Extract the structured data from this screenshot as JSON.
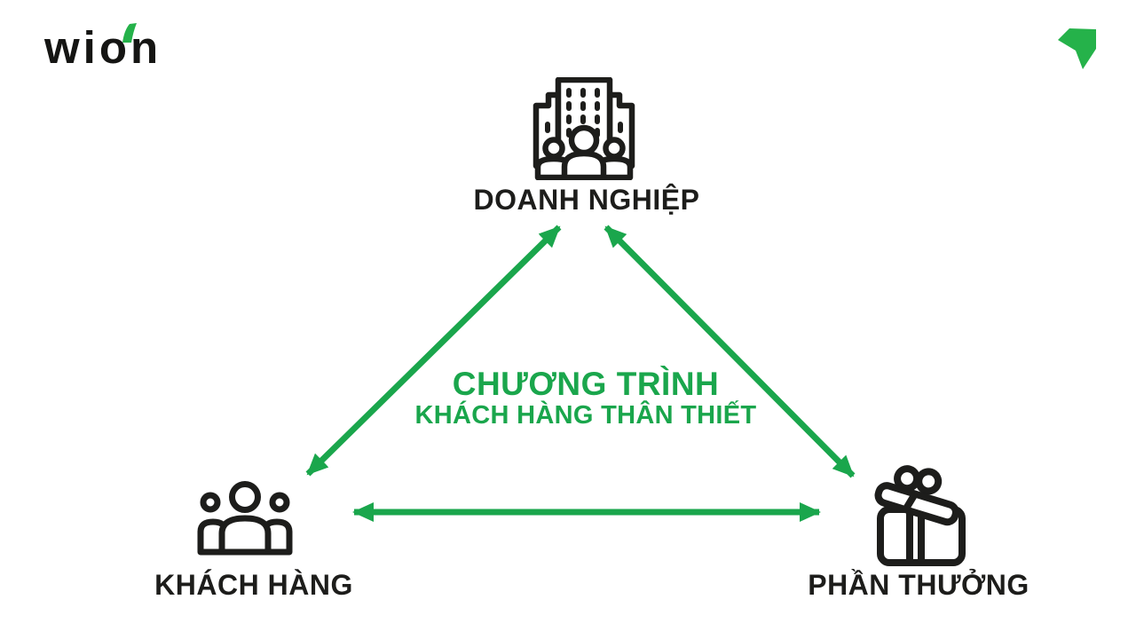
{
  "brand": {
    "logo_text": "wion",
    "logo_accent_icon": "spark-accent-icon",
    "mark_icon": "brand-arrow-icon"
  },
  "diagram": {
    "type": "triangle-relationship",
    "title": {
      "line1": "CHƯƠNG TRÌNH",
      "line2": "KHÁCH HÀNG THÂN THIẾT"
    },
    "nodes": [
      {
        "id": "business",
        "label": "DOANH NGHIỆP",
        "icon": "office-building-with-people-icon"
      },
      {
        "id": "customers",
        "label": "KHÁCH HÀNG",
        "icon": "customer-group-icon"
      },
      {
        "id": "rewards",
        "label": "PHẦN THƯỞNG",
        "icon": "open-gift-box-icon"
      }
    ],
    "edges": [
      {
        "from": "customers",
        "to": "business",
        "bidirectional": true
      },
      {
        "from": "business",
        "to": "rewards",
        "bidirectional": true
      },
      {
        "from": "customers",
        "to": "rewards",
        "bidirectional": true
      }
    ]
  },
  "colors": {
    "green": "#1aa64c",
    "logo_green": "#25b24a",
    "ink": "#1d1d1b",
    "background": "#ffffff"
  }
}
